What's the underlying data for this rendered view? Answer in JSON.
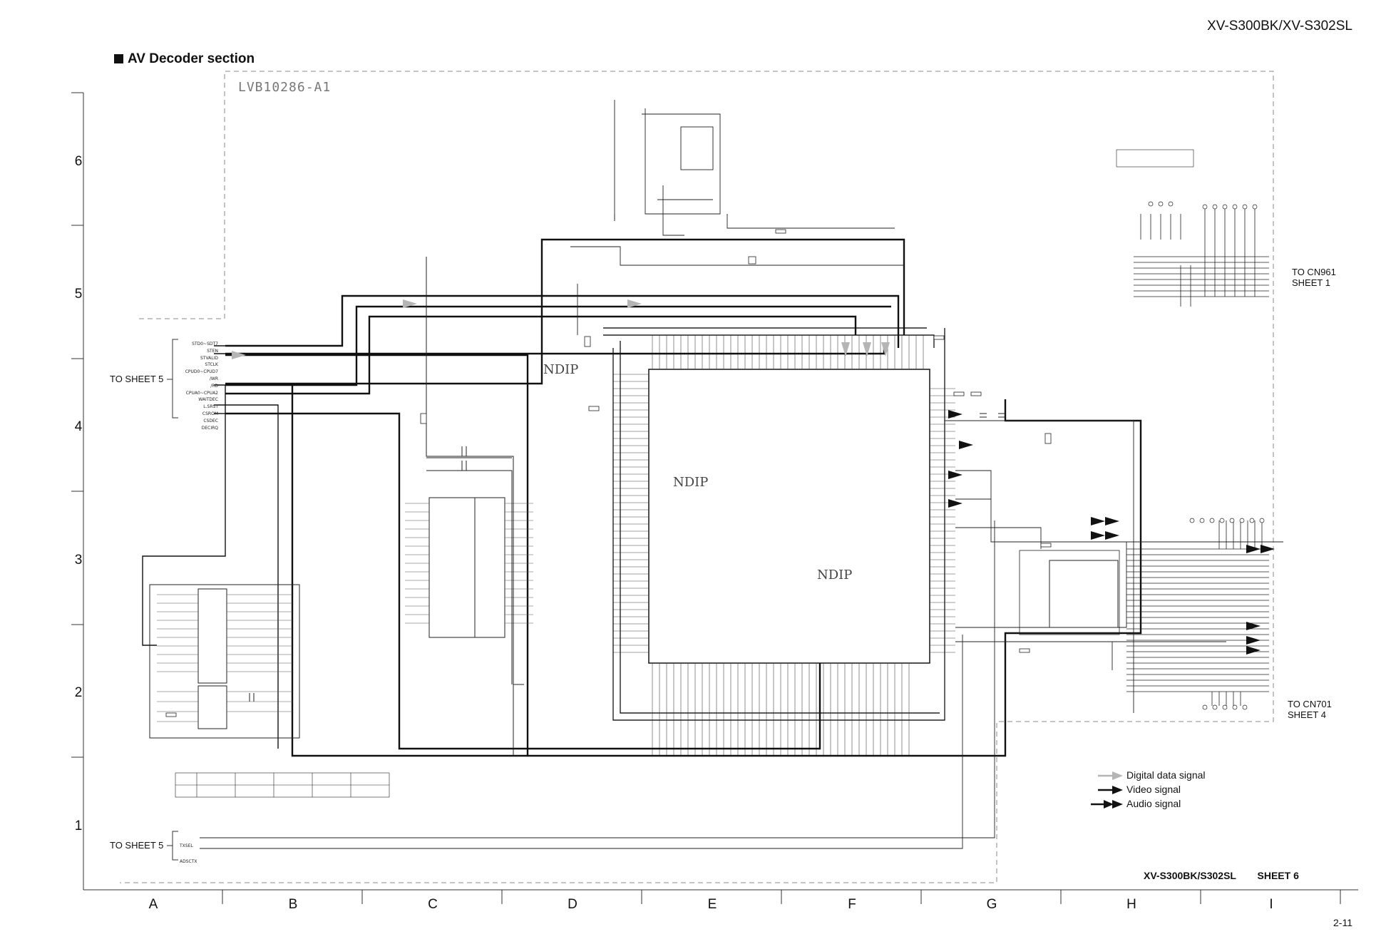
{
  "header": {
    "model": "XV-S300BK/XV-S302SL",
    "section_title": "AV Decoder section",
    "board_code": "LVB10286-A1"
  },
  "grid": {
    "rows": [
      "6",
      "5",
      "4",
      "3",
      "2",
      "1"
    ],
    "columns": [
      "A",
      "B",
      "C",
      "D",
      "E",
      "F",
      "G",
      "H",
      "I"
    ]
  },
  "left_refs": {
    "to_sheet5_top": "TO SHEET 5",
    "to_sheet5_bottom": "TO SHEET 5",
    "bus_signals": [
      "STD0~SDT7",
      "STEN",
      "STVALID",
      "STCLK",
      "CPUD0~CPUD7",
      "/WR",
      "/RD",
      "CPUA0~CPUA2",
      "WAITDEC",
      "L.SRST",
      "CSROM",
      "CSDEC",
      "DECIRQ"
    ],
    "bottom_signals": [
      "TXSEL",
      "ADSCTX"
    ]
  },
  "right_refs": {
    "cn961": "TO CN961",
    "cn961_sheet": "SHEET 1",
    "cn701": "TO CN701",
    "cn701_sheet": "SHEET 4"
  },
  "ndip_labels": [
    "NDIP",
    "NDIP",
    "NDIP"
  ],
  "legend": {
    "items": [
      {
        "label": "Digital data signal",
        "color": "#b5b5b5",
        "kind": "single"
      },
      {
        "label": "Video signal",
        "color": "#111111",
        "kind": "single"
      },
      {
        "label": "Audio signal",
        "color": "#111111",
        "kind": "double"
      }
    ]
  },
  "footer": {
    "sheet_label": "XV-S300BK/S302SL",
    "sheet_number": "SHEET 6",
    "page": "2-11"
  }
}
